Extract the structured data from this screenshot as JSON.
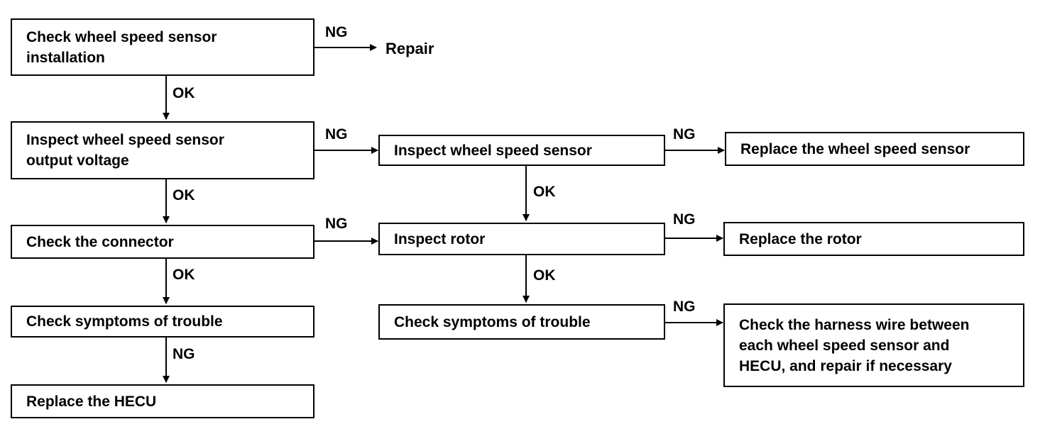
{
  "boxes": {
    "check_installation": "Check wheel speed sensor\ninstallation",
    "inspect_output_voltage": "Inspect wheel speed sensor\noutput voltage",
    "check_connector": "Check the connector",
    "check_symptoms_left": "Check symptoms of trouble",
    "replace_hecu": "Replace the HECU",
    "inspect_sensor": "Inspect wheel speed sensor",
    "inspect_rotor": "Inspect rotor",
    "check_symptoms_mid": "Check symptoms of trouble",
    "replace_sensor": "Replace the wheel speed sensor",
    "replace_rotor": "Replace the rotor",
    "check_harness": "Check the harness wire between\neach wheel speed sensor and\nHECU, and repair if necessary"
  },
  "terminal": {
    "repair": "Repair"
  },
  "labels": {
    "ng": "NG",
    "ok": "OK"
  },
  "colors": {
    "line": "#000000",
    "background": "#ffffff"
  }
}
